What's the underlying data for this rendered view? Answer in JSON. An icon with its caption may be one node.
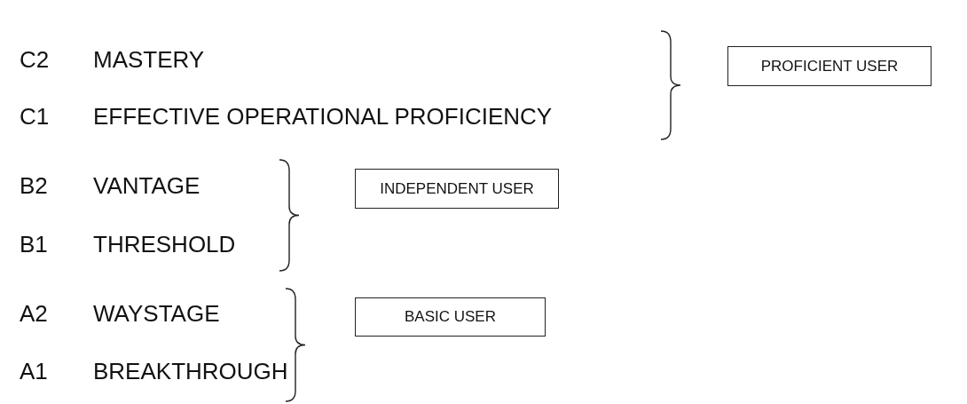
{
  "diagram": {
    "nodes": [
      {
        "text": [
          "PROFICIENT USER"
        ]
      },
      {
        "text": [
          "INDEPENDENT USER"
        ]
      },
      {
        "text": [
          "BASIC USER"
        ]
      }
    ],
    "labels": [
      "C2",
      "MASTERY",
      "C1",
      "EFFECTIVE OPERATIONAL PROFICIENCY",
      "B2",
      "VANTAGE",
      "B1",
      "THRESHOLD",
      "A2",
      "WAYSTAGE",
      "A1",
      "BREAKTHROUGH"
    ]
  }
}
